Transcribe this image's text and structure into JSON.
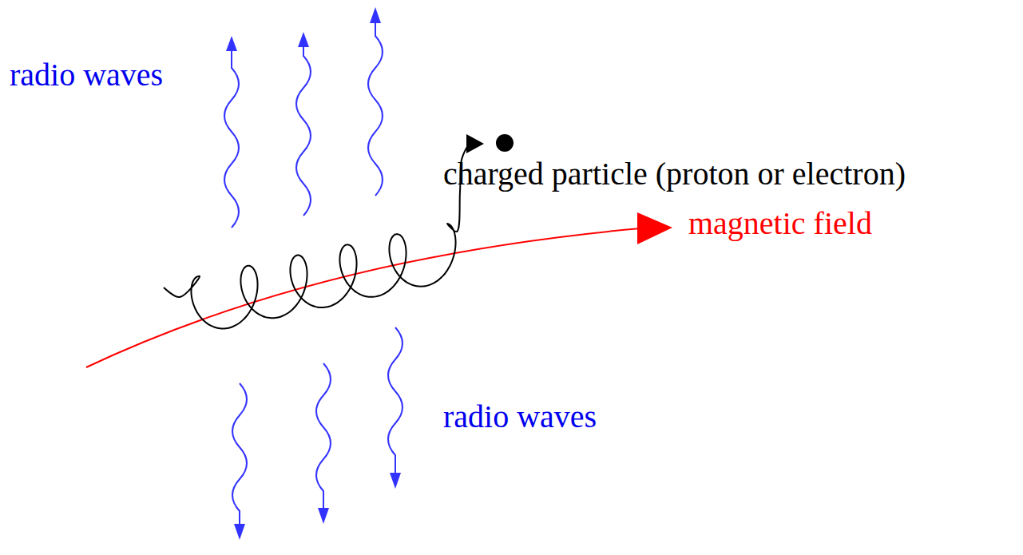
{
  "diagram": {
    "labels": [
      "radio waves",
      "charged particle (proton or electron)",
      "magnetic field",
      "radio waves"
    ]
  }
}
